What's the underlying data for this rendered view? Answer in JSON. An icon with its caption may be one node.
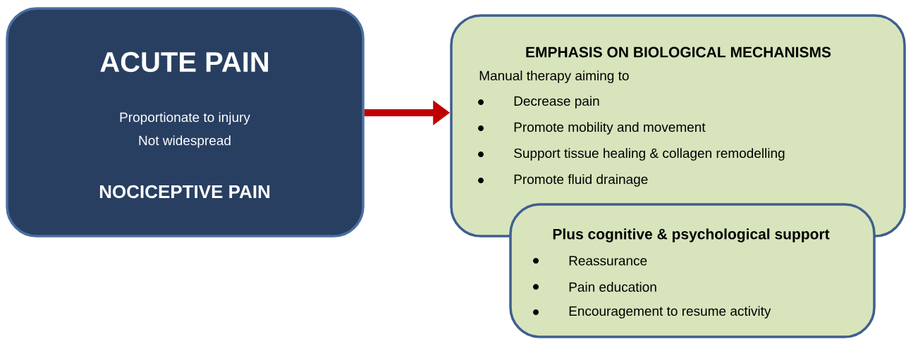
{
  "diagram": {
    "nodes": [
      {
        "text": [
          "ACUTE PAIN",
          "Proportionate to injury",
          "Not widespread",
          "NOCICEPTIVE PAIN"
        ]
      },
      {
        "text": [
          "EMPHASIS ON BIOLOGICAL MECHANISMS",
          "Manual therapy aiming to",
          "Decrease pain",
          "Promote mobility and movement",
          "Support tissue healing & collagen remodelling",
          "Promote fluid drainage"
        ]
      },
      {
        "text": [
          "Plus cognitive & psychological support",
          "Reassurance",
          "Pain education",
          "Encouragement to resume activity"
        ]
      }
    ],
    "edges": [
      {
        "from": 0,
        "to": 1,
        "arrow": "to",
        "color": "#c00000"
      }
    ]
  }
}
